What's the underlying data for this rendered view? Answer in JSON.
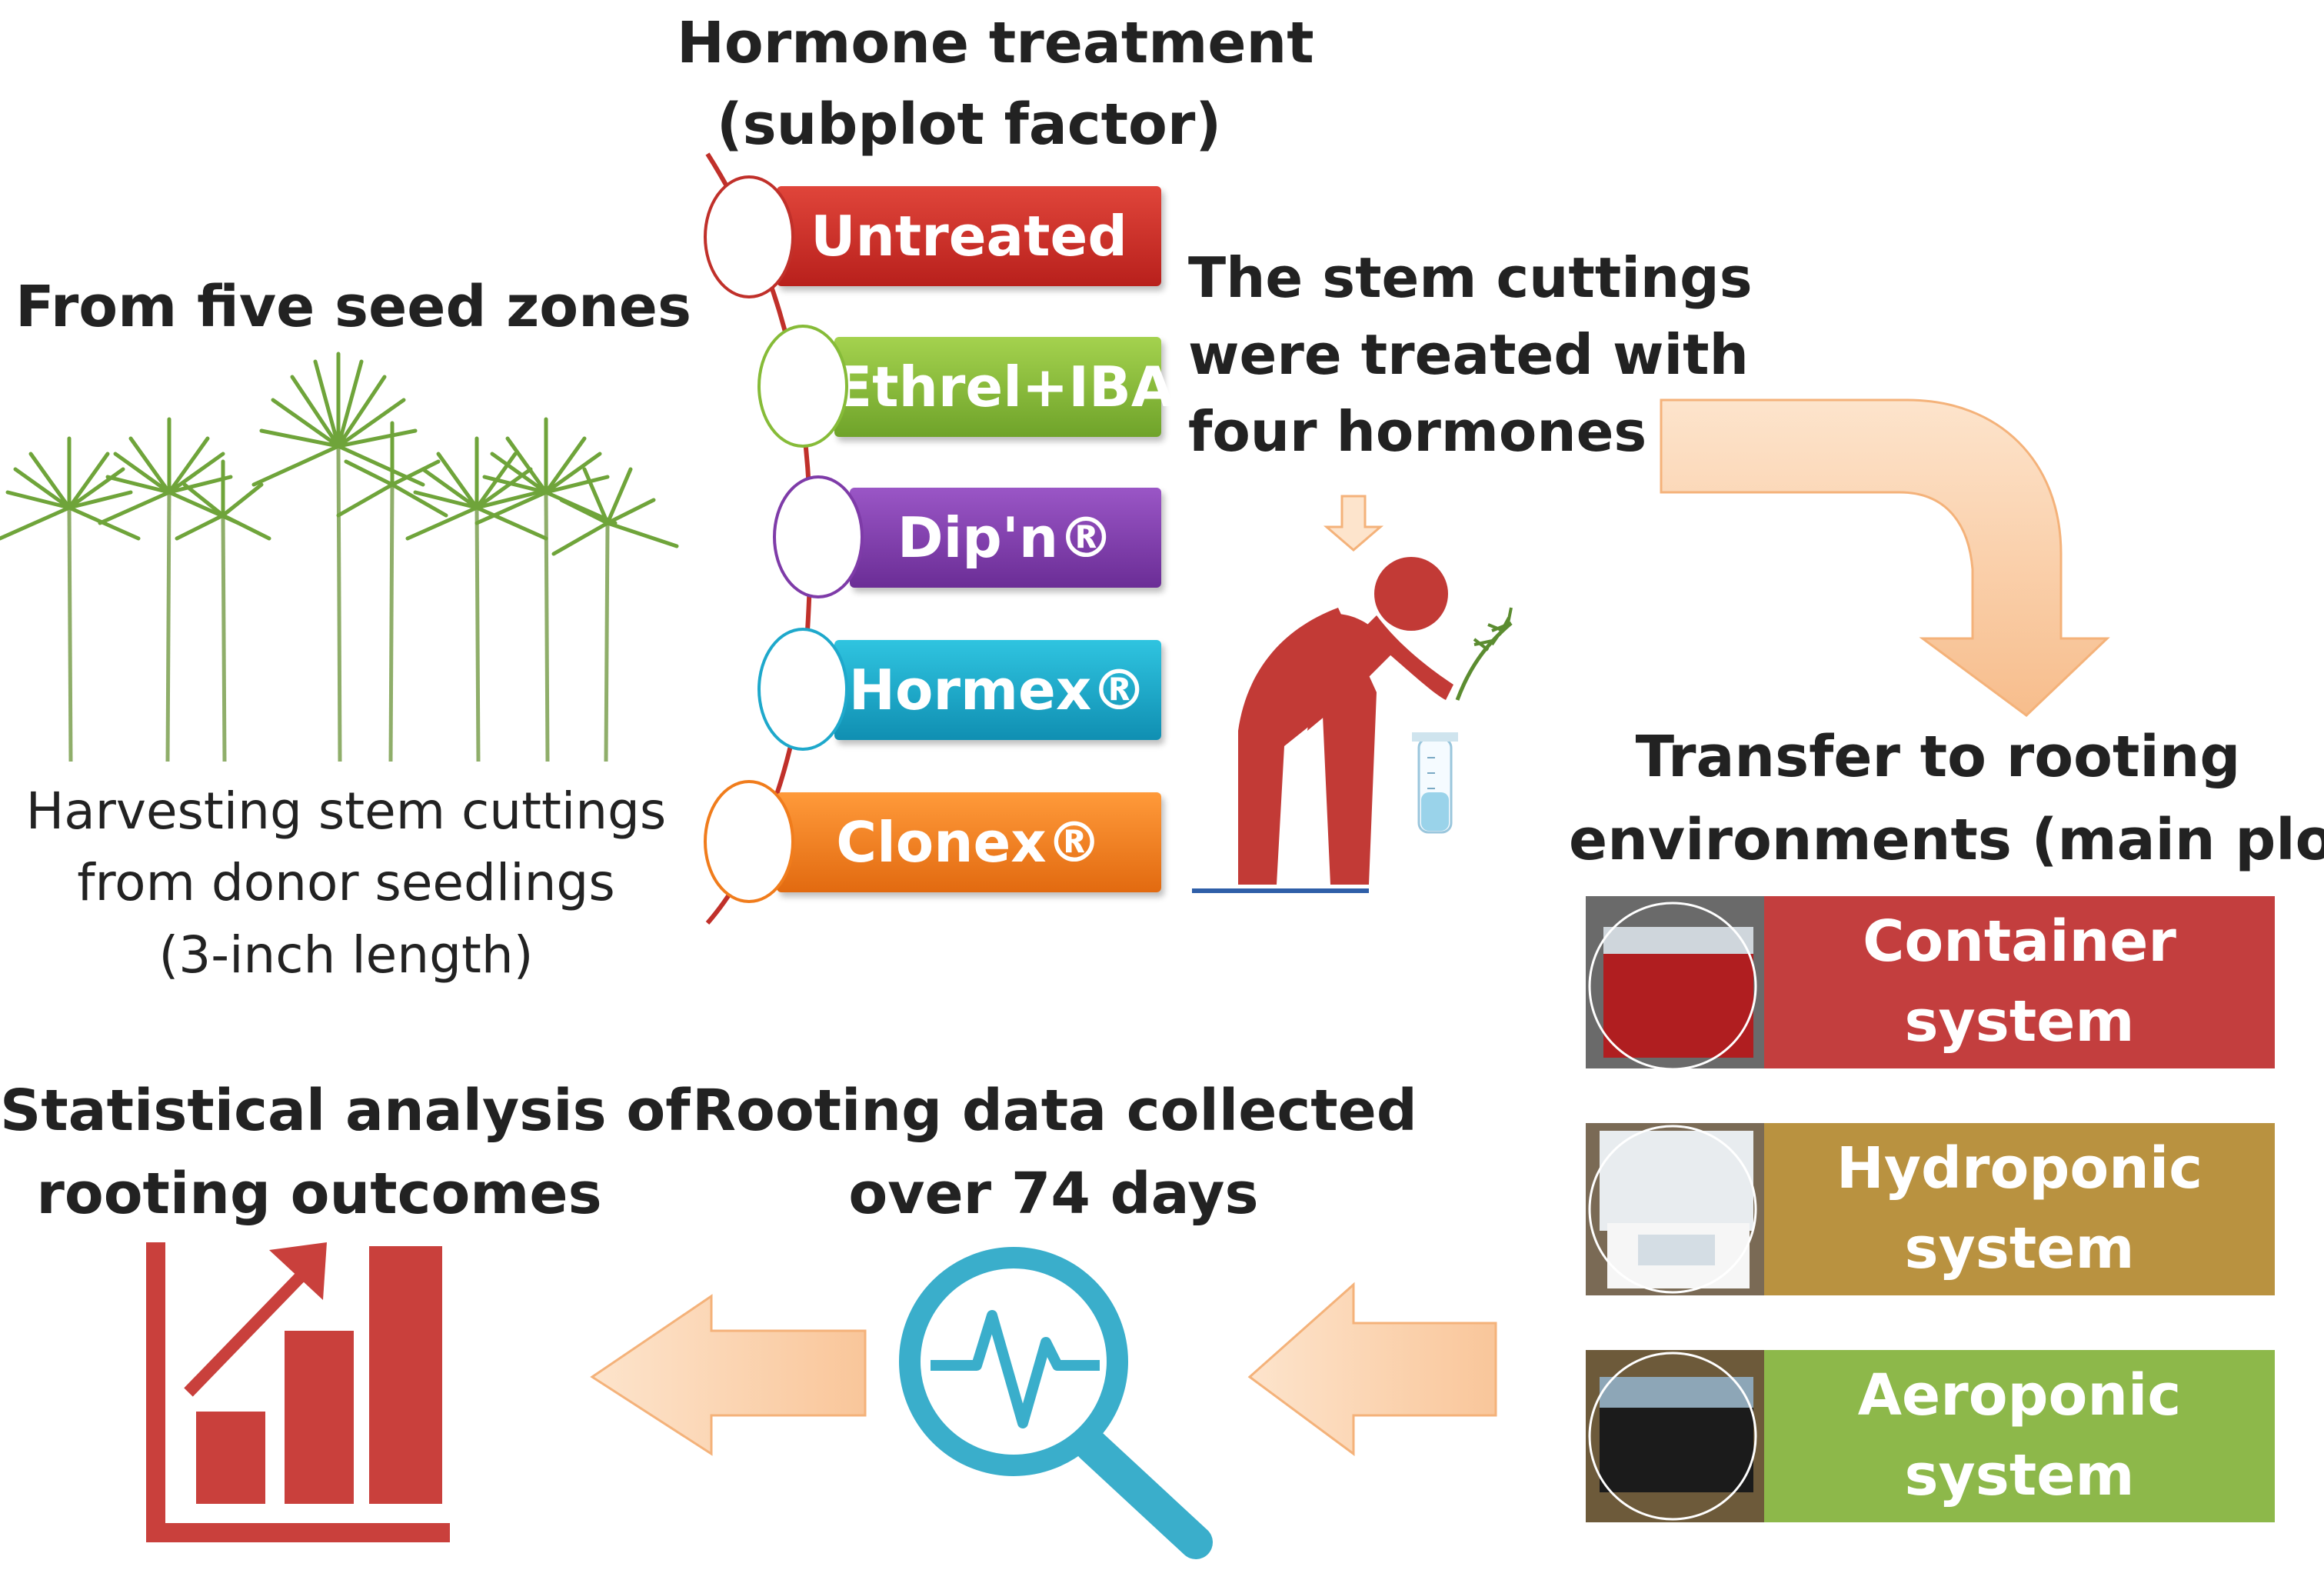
{
  "hormone_section": {
    "title_line1": "Hormone treatment",
    "title_line2": "(subplot factor)",
    "treatments": [
      "Untreated",
      "Ethrel+IBA",
      "Dip'n®",
      "Hormex®",
      "Clonex®"
    ],
    "colors": [
      "#c82a24",
      "#86bb38",
      "#7e3ba8",
      "#1ea8cb",
      "#f07c1c"
    ]
  },
  "seed_section": {
    "title": "From five seed zones",
    "caption_line1": "Harvesting stem cuttings",
    "caption_line2": "from donor seedlings",
    "caption_line3": "(3-inch length)"
  },
  "treatment_note": {
    "line1": "The stem cuttings",
    "line2": "were treated with",
    "line3": "four hormones"
  },
  "environment_section": {
    "title_line1": "Transfer to rooting",
    "title_line2": "environments (main plot)",
    "systems": [
      "Container\nsystem",
      "Hydroponic\nsystem",
      "Aeroponic\nsystem"
    ],
    "colors": [
      "#c33e3e",
      "#b99240",
      "#8db84a"
    ]
  },
  "data_section": {
    "line1": "Rooting data collected",
    "line2": "over 74 days"
  },
  "analysis_section": {
    "line1": "Statistical analysis of",
    "line2": "rooting outcomes"
  },
  "colors": {
    "arrow_fill": "#fbd3ad",
    "arrow_stroke": "#f4b27a",
    "figure_red": "#c23a36",
    "magnifier_blue": "#3aaecb",
    "chart_red": "#c9403c"
  },
  "icons": [
    "palm-seedlings-icon",
    "person-dipping-cutting-icon",
    "test-tube-icon",
    "magnifier-pulse-icon",
    "bar-chart-growth-icon"
  ]
}
